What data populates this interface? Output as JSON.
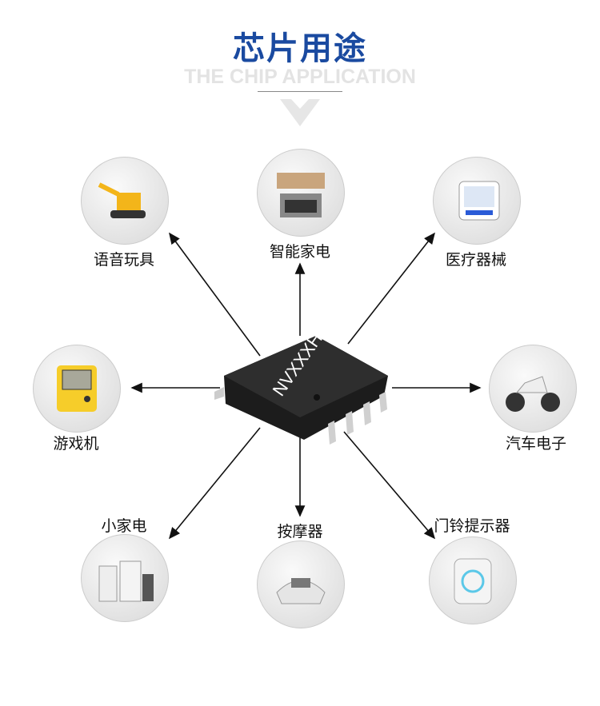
{
  "header": {
    "title": "芯片用途",
    "subtitle": "THE CHIP APPLICATION"
  },
  "chip": {
    "marking": "NVXXXH"
  },
  "applications": [
    {
      "label": "语音玩具",
      "icon": "excavator-toy-icon"
    },
    {
      "label": "智能家电",
      "icon": "kitchen-appliance-icon"
    },
    {
      "label": "医疗器械",
      "icon": "blood-pressure-monitor-icon"
    },
    {
      "label": "游戏机",
      "icon": "handheld-game-console-icon"
    },
    {
      "label": "汽车电子",
      "icon": "electric-scooter-icon"
    },
    {
      "label": "小家电",
      "icon": "small-appliances-icon"
    },
    {
      "label": "按摩器",
      "icon": "foot-massager-icon"
    },
    {
      "label": "门铃提示器",
      "icon": "doorbell-icon"
    }
  ],
  "colors": {
    "title": "#1a4aa0",
    "subtitle": "#e3e3e3",
    "arrow": "#111111"
  }
}
